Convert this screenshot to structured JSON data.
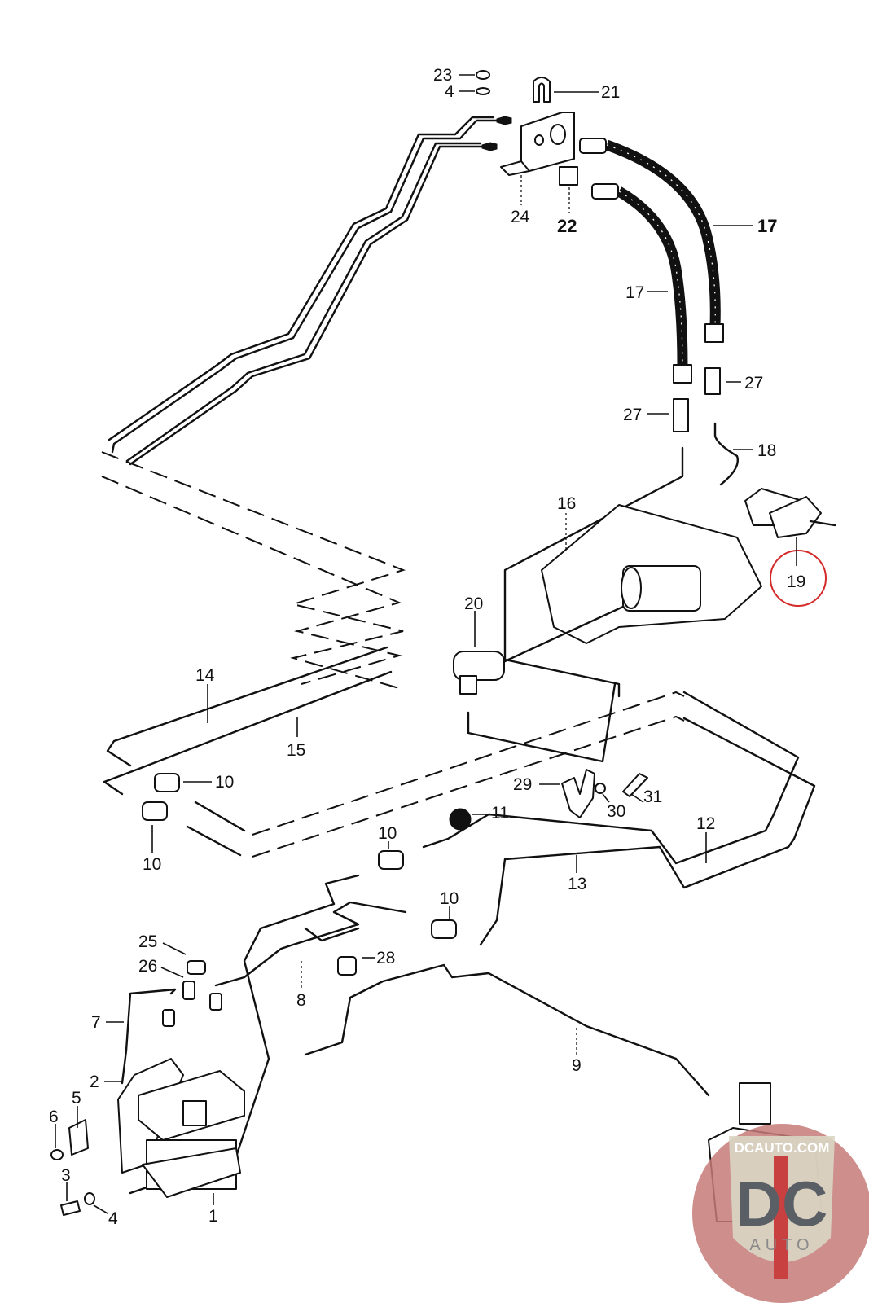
{
  "diagram": {
    "title": "Hydraulic brake line / ABS unit exploded parts diagram",
    "highlight_color": "#d42a2a",
    "highlighted_part": "19",
    "callouts": [
      {
        "id": "c23",
        "label": "23",
        "part": "nut"
      },
      {
        "id": "c4a",
        "label": "4",
        "part": "washer"
      },
      {
        "id": "c21",
        "label": "21",
        "part": "retaining clip"
      },
      {
        "id": "c24",
        "label": "24",
        "part": "hose bracket"
      },
      {
        "id": "c22",
        "label": "22",
        "part": "clip"
      },
      {
        "id": "c17a",
        "label": "17",
        "part": "brake hose"
      },
      {
        "id": "c17b",
        "label": "17",
        "part": "brake hose"
      },
      {
        "id": "c27a",
        "label": "27",
        "part": "adapter"
      },
      {
        "id": "c27b",
        "label": "27",
        "part": "adapter"
      },
      {
        "id": "c18",
        "label": "18",
        "part": "brake line"
      },
      {
        "id": "c16",
        "label": "16",
        "part": "brake line"
      },
      {
        "id": "c19",
        "label": "19",
        "part": "cylinder"
      },
      {
        "id": "c20",
        "label": "20",
        "part": "sensor"
      },
      {
        "id": "c14",
        "label": "14",
        "part": "brake line"
      },
      {
        "id": "c15",
        "label": "15",
        "part": "brake line"
      },
      {
        "id": "c10a",
        "label": "10",
        "part": "union"
      },
      {
        "id": "c10b",
        "label": "10",
        "part": "union"
      },
      {
        "id": "c10c",
        "label": "10",
        "part": "union"
      },
      {
        "id": "c10d",
        "label": "10",
        "part": "union"
      },
      {
        "id": "c29",
        "label": "29",
        "part": "bracket"
      },
      {
        "id": "c30",
        "label": "30",
        "part": "washer"
      },
      {
        "id": "c31",
        "label": "31",
        "part": "bolt"
      },
      {
        "id": "c11",
        "label": "11",
        "part": "grommet"
      },
      {
        "id": "c12",
        "label": "12",
        "part": "brake line"
      },
      {
        "id": "c13",
        "label": "13",
        "part": "brake line"
      },
      {
        "id": "c25",
        "label": "25",
        "part": "cap"
      },
      {
        "id": "c26",
        "label": "26",
        "part": "bleeder valve"
      },
      {
        "id": "c28",
        "label": "28",
        "part": "clip"
      },
      {
        "id": "c8",
        "label": "8",
        "part": "brake line"
      },
      {
        "id": "c7",
        "label": "7",
        "part": "brake line"
      },
      {
        "id": "c9",
        "label": "9",
        "part": "brake line"
      },
      {
        "id": "c2",
        "label": "2",
        "part": "bracket"
      },
      {
        "id": "c5",
        "label": "5",
        "part": "mount"
      },
      {
        "id": "c6",
        "label": "6",
        "part": "rubber buffer"
      },
      {
        "id": "c3",
        "label": "3",
        "part": "bolt"
      },
      {
        "id": "c4b",
        "label": "4",
        "part": "washer"
      },
      {
        "id": "c1",
        "label": "1",
        "part": "hydraulic unit"
      }
    ]
  },
  "watermark": {
    "top_text": "DCAUTO.COM",
    "monogram": "DC",
    "bottom_text": "AUTO",
    "shield_color": "#d9d6c4",
    "letter_color": "#5a5f66",
    "stripe_color": "#c94040",
    "disc_color": "#c47a78"
  }
}
